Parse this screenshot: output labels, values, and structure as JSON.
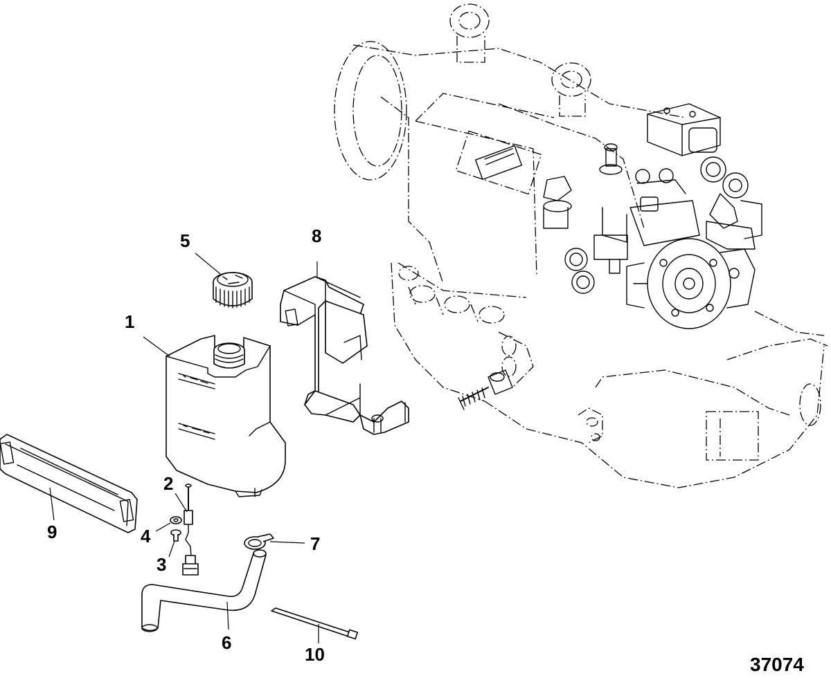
{
  "callouts": [
    {
      "id": "1",
      "label": "1"
    },
    {
      "id": "2",
      "label": "2"
    },
    {
      "id": "3",
      "label": "3"
    },
    {
      "id": "4",
      "label": "4"
    },
    {
      "id": "5",
      "label": "5"
    },
    {
      "id": "6",
      "label": "6"
    },
    {
      "id": "7",
      "label": "7"
    },
    {
      "id": "8",
      "label": "8"
    },
    {
      "id": "9",
      "label": "9"
    },
    {
      "id": "10",
      "label": "10"
    }
  ],
  "reference_number": "37074"
}
